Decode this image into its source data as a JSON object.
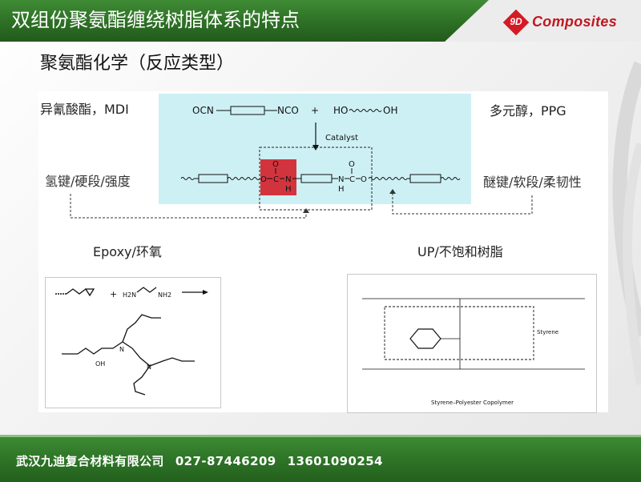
{
  "header": {
    "title": "双组份聚氨酯缠绕树脂体系的特点",
    "logo_mark": "9D",
    "logo_text": "Composites"
  },
  "subtitle": "聚氨酯化学（反应类型）",
  "labels": {
    "left_top": "异氰酸酯，MDI",
    "right_top": "多元醇，PPG",
    "left_mid": "氢键/硬段/强度",
    "right_mid": "醚键/软段/柔韧性",
    "epoxy": "Epoxy/环氧",
    "up": "UP/不饱和树脂"
  },
  "scheme": {
    "ocn": "OCN",
    "nco": "NCO",
    "plus": "+",
    "ho": "HO",
    "oh": "OH",
    "catalyst": "Catalyst",
    "o_left": "O",
    "c_left": "C",
    "n_left": "N",
    "h_left": "H",
    "n_right": "N",
    "h_right": "H",
    "c_right": "C",
    "o_right": "O",
    "o_top_left": "O",
    "o_top_right": "O"
  },
  "up_caption": "Styrene–Polyester Copolymer",
  "up_styrene": "Styrene",
  "footer": {
    "company": "武汉九迪复合材料有限公司",
    "phone1": "027-87446209",
    "phone2": "13601090254"
  },
  "colors": {
    "header_green": "#2d6f25",
    "footer_green": "#2e7427",
    "logo_red": "#d31a25",
    "urethane_highlight": "#d2343e",
    "scheme_bg": "#cdf0f4"
  }
}
